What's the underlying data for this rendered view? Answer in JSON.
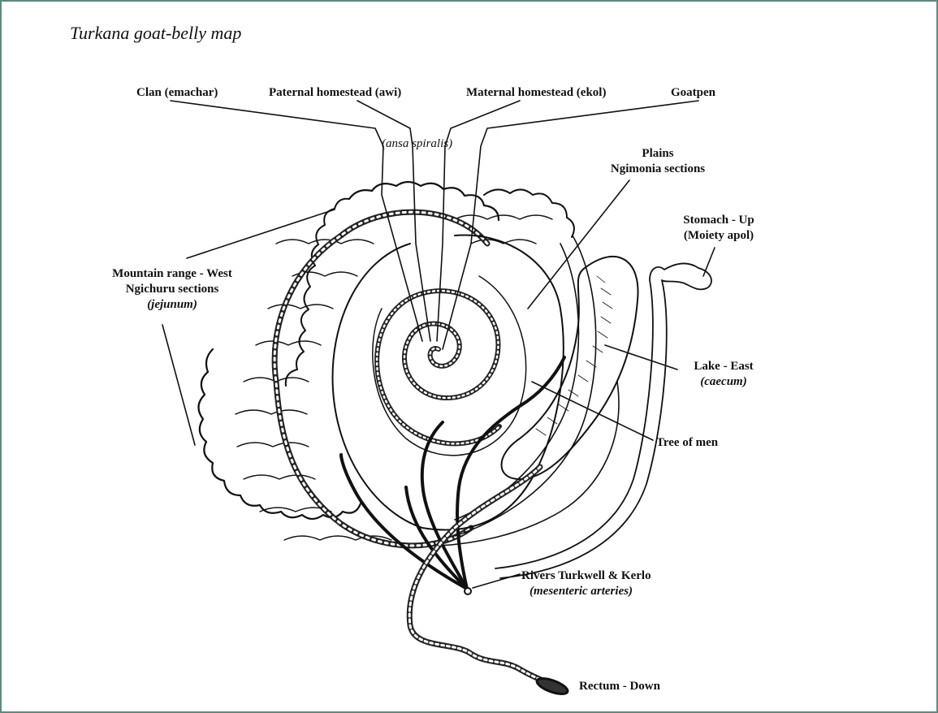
{
  "title": "Turkana goat-belly map",
  "labels": {
    "clan": "Clan (emachar)",
    "paternal": "Paternal homestead (awi)",
    "maternal": "Maternal homestead (ekol)",
    "goatpen": "Goatpen",
    "ansa": "(ansa spiralis)",
    "plains_1": "Plains",
    "plains_2": "Ngimonia sections",
    "stomach_1": "Stomach - Up",
    "stomach_2": "(Moiety apol)",
    "mountain_1": "Mountain range - West",
    "mountain_2": "Ngichuru sections",
    "mountain_3": "(jejunum)",
    "lake_1": "Lake - East",
    "lake_2": "(caecum)",
    "tree": "Tree of men",
    "rivers_1": "Rivers Turkwell & Kerlo",
    "rivers_2": "(mesenteric arteries)",
    "rectum": "Rectum - Down"
  },
  "colors": {
    "frame": "#5f8a7e",
    "ink": "#111111"
  }
}
